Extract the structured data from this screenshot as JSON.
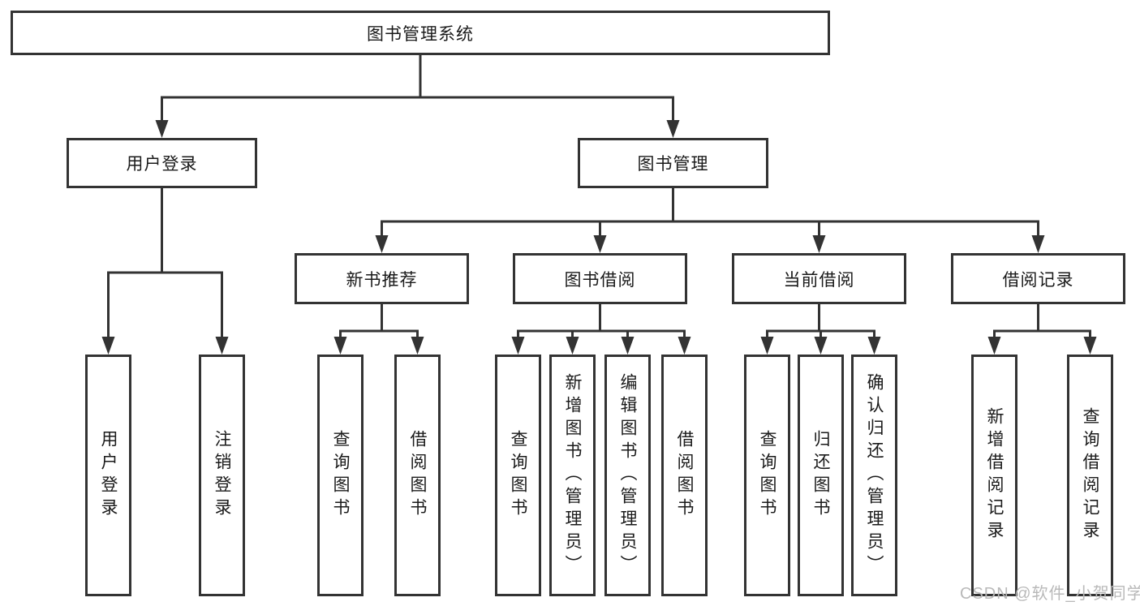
{
  "tree": {
    "root": "图书管理系统",
    "children": [
      {
        "label": "用户登录",
        "children": [
          "用户登录",
          "注销登录"
        ]
      },
      {
        "label": "图书管理",
        "children": [
          {
            "label": "新书推荐",
            "children": [
              "查询图书",
              "借阅图书"
            ]
          },
          {
            "label": "图书借阅",
            "children": [
              "查询图书",
              "新增图书（管理员）",
              "编辑图书（管理员）",
              "借阅图书"
            ]
          },
          {
            "label": "当前借阅",
            "children": [
              "查询图书",
              "归还图书",
              "确认归还（管理员）"
            ]
          },
          {
            "label": "借阅记录",
            "children": [
              "新增借阅记录",
              "查询借阅记录"
            ]
          }
        ]
      }
    ]
  },
  "watermark": "CSDN @软件_小贺同学",
  "colors": {
    "line": "#333333",
    "box_border": "#333333",
    "box_background": "#ffffff",
    "text": "#1a1a1a",
    "watermark": "#b9b9b9",
    "page_background": "#ffffff"
  }
}
